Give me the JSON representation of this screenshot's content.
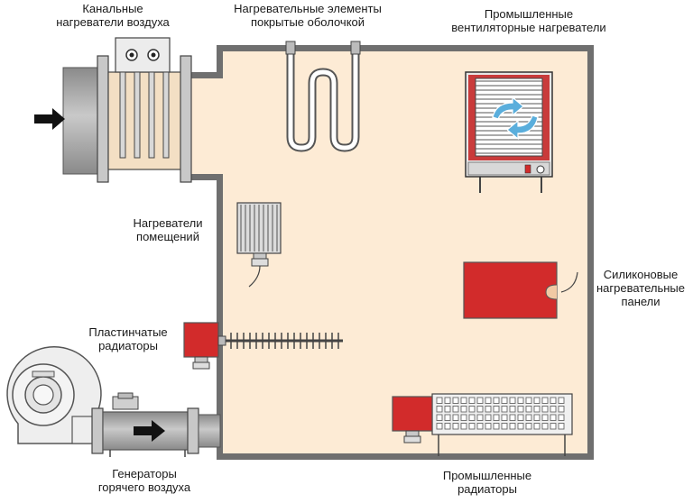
{
  "labels": {
    "duct_heaters": [
      "Канальные",
      "нагреватели воздуха"
    ],
    "sheathed_elements": [
      "Нагревательные элементы",
      "покрытые оболочкой"
    ],
    "fan_heaters": [
      "Промышленные",
      "вентиляторные нагреватели"
    ],
    "room_heaters": [
      "Нагреватели",
      "помещений"
    ],
    "silicone_panels": [
      "Силиконовые",
      "нагревательные",
      "панели"
    ],
    "finned_radiators": [
      "Пластинчатые",
      "радиаторы"
    ],
    "hot_air_generators": [
      "Генераторы",
      "горячего воздуха"
    ],
    "industrial_radiators": [
      "Промышленные",
      "радиаторы"
    ]
  },
  "colors": {
    "room_fill": "#fdebd5",
    "wall": "#6e6e6e",
    "heater_red": "#d22b2b",
    "fan_arrow": "#5aaedc",
    "duct_gray": "#a9a9a9"
  },
  "icons": {
    "airflow_arrow": "arrow-right-icon",
    "fan_rotation": "rotation-arrows-icon"
  }
}
